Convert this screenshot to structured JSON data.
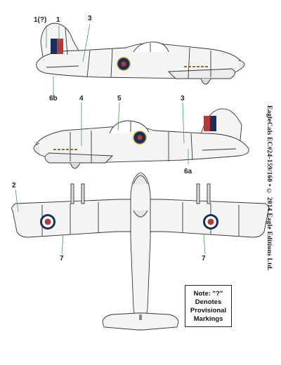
{
  "callouts": {
    "c1q": "1(?)",
    "c1": "1",
    "c3_top": "3",
    "c6b": "6b",
    "c4": "4",
    "c5": "5",
    "c3_mid": "3",
    "c6a": "6a",
    "c2": "2",
    "c7_left": "7",
    "c7_right": "7"
  },
  "credit_text": "EagleCals EC#24-159/160 • © 2014 Eagle Editions Ltd.",
  "note": {
    "line1": "Note: \"?\"",
    "line2": "Denotes",
    "line3": "Provisional",
    "line4": "Markings"
  },
  "colors": {
    "roundel_outer": "#1b2f5c",
    "roundel_ring": "#e0b43a",
    "roundel_center": "#b23a3a",
    "fin_red": "#b23a3a",
    "fin_blue": "#1b2f5c",
    "leader_green": "#3aa05a",
    "outline": "#333333"
  }
}
